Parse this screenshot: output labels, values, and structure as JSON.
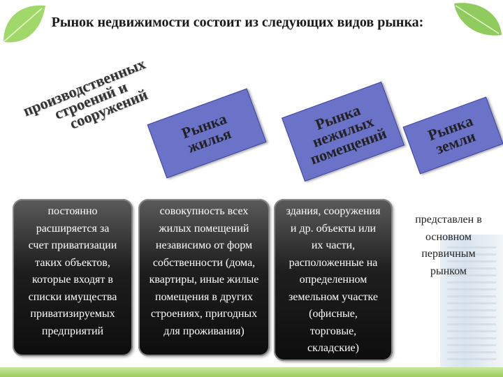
{
  "title": "Рынок недвижимости состоит из следующих видов рынка:",
  "header_left": [
    "производственных",
    "строений и",
    "сооружений"
  ],
  "boxes": [
    {
      "lines": [
        "Рынка",
        "жилья"
      ],
      "color": "#6b73c9"
    },
    {
      "lines": [
        "Рынка",
        "нежилых",
        "помещений"
      ],
      "color": "#6b73c9"
    },
    {
      "lines": [
        "Рынка",
        "земли"
      ],
      "color": "#6b73c9"
    }
  ],
  "panels": [
    {
      "lines": [
        "постоянно",
        "расширяется за",
        "счет приватизации",
        "таких объектов,",
        "которые входят в",
        "списки имущества",
        "приватизируемых",
        "предприятий"
      ]
    },
    {
      "lines": [
        "совокупность всех",
        "жилых помещений",
        "независимо от форм",
        "собственности (дома,",
        "квартиры, иные жилые",
        "помещения в других",
        "строениях, пригодных",
        "для проживания)"
      ]
    },
    {
      "lines": [
        "здания, сооружения",
        "и др. объекты или",
        "их части,",
        "расположенные на",
        "определенном",
        "земельном участке",
        "(офисные,",
        "торговые,",
        "складские)"
      ]
    },
    {
      "lines": [
        "представлен в",
        "основном",
        "первичным",
        "рынком"
      ]
    }
  ],
  "colors": {
    "box_fill": "#6b73c9",
    "panel_dark": "#1e1e1e",
    "leaf_green": "#7cc242"
  }
}
